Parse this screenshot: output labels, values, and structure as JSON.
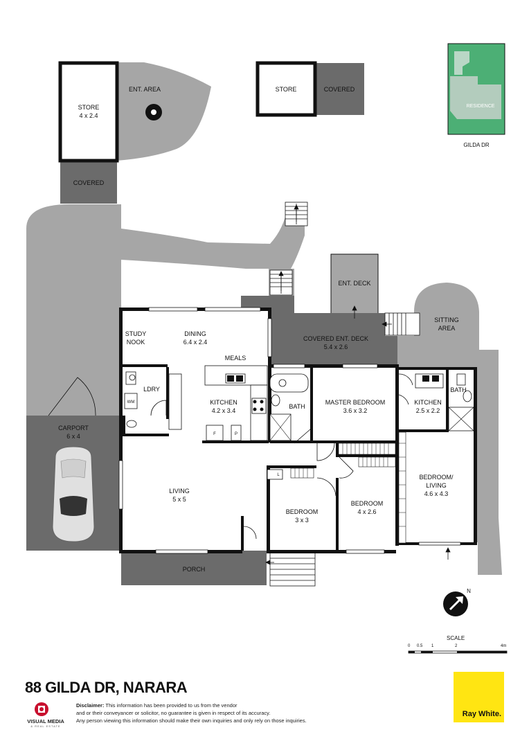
{
  "address": "88 GILDA DR, NARARA",
  "rooms": {
    "store_left": "STORE",
    "store_left_dim": "4 x 2.4",
    "ent_area": "ENT. AREA",
    "covered_left": "COVERED",
    "store_top": "STORE",
    "covered_top": "COVERED",
    "ent_deck": "ENT. DECK",
    "covered_ent_deck": "COVERED ENT. DECK",
    "covered_ent_deck_dim": "5.4 x 2.6",
    "sitting_area_1": "SITTING",
    "sitting_area_2": "AREA",
    "study_nook_1": "STUDY",
    "study_nook_2": "NOOK",
    "dining": "DINING",
    "dining_dim": "6.4 x 2.4",
    "meals": "MEALS",
    "ldry": "LDRY",
    "wm": "WM",
    "kitchen": "KITCHEN",
    "kitchen_dim": "4.2 x 3.4",
    "bath": "BATH",
    "master_bedroom": "MASTER BEDROOM",
    "master_bedroom_dim": "3.6 x 3.2",
    "kitchen2": "KITCHEN",
    "kitchen2_dim": "2.5 x 2.2",
    "bath2": "BATH",
    "carport": "CARPORT",
    "carport_dim": "6 x 4",
    "living": "LIVING",
    "living_dim": "5 x 5",
    "bedroom1": "BEDROOM",
    "bedroom1_dim": "3 x 3",
    "bedroom2": "BEDROOM",
    "bedroom2_dim": "4 x 2.6",
    "bedroom_living_1": "BEDROOM/",
    "bedroom_living_2": "LIVING",
    "bedroom_living_dim": "4.6 x 4.3",
    "porch": "PORCH",
    "fridge_f": "F",
    "pantry_p": "P",
    "linen_l": "L"
  },
  "site_plan": {
    "residence": "RESIDENCE",
    "street": "GILDA DR"
  },
  "compass": "N",
  "scale": {
    "title": "SCALE",
    "ticks": [
      "0",
      "0.5",
      "1",
      "2",
      "4m"
    ]
  },
  "disclaimer": {
    "heading": "Disclaimer:",
    "line1": "This information has been provided to us from the vendor",
    "line2": "and or their conveyancer or solicitor, no guarantee is given in respect of its accuracy.",
    "line3": "Any person viewing this information should make their own inquiries and only rely on those inquiries."
  },
  "logos": {
    "visual_media": "VISUAL MEDIA",
    "visual_media_sub": "& REAL ESTATE",
    "ray_white": "Ray White."
  },
  "colors": {
    "site_green": "#4caf75",
    "outdoor_gray": "#a6a6a6",
    "covered_dark": "#6b6b6b",
    "wall": "#111111",
    "brand_yellow": "#ffe512",
    "logo_red": "#c8102e"
  }
}
